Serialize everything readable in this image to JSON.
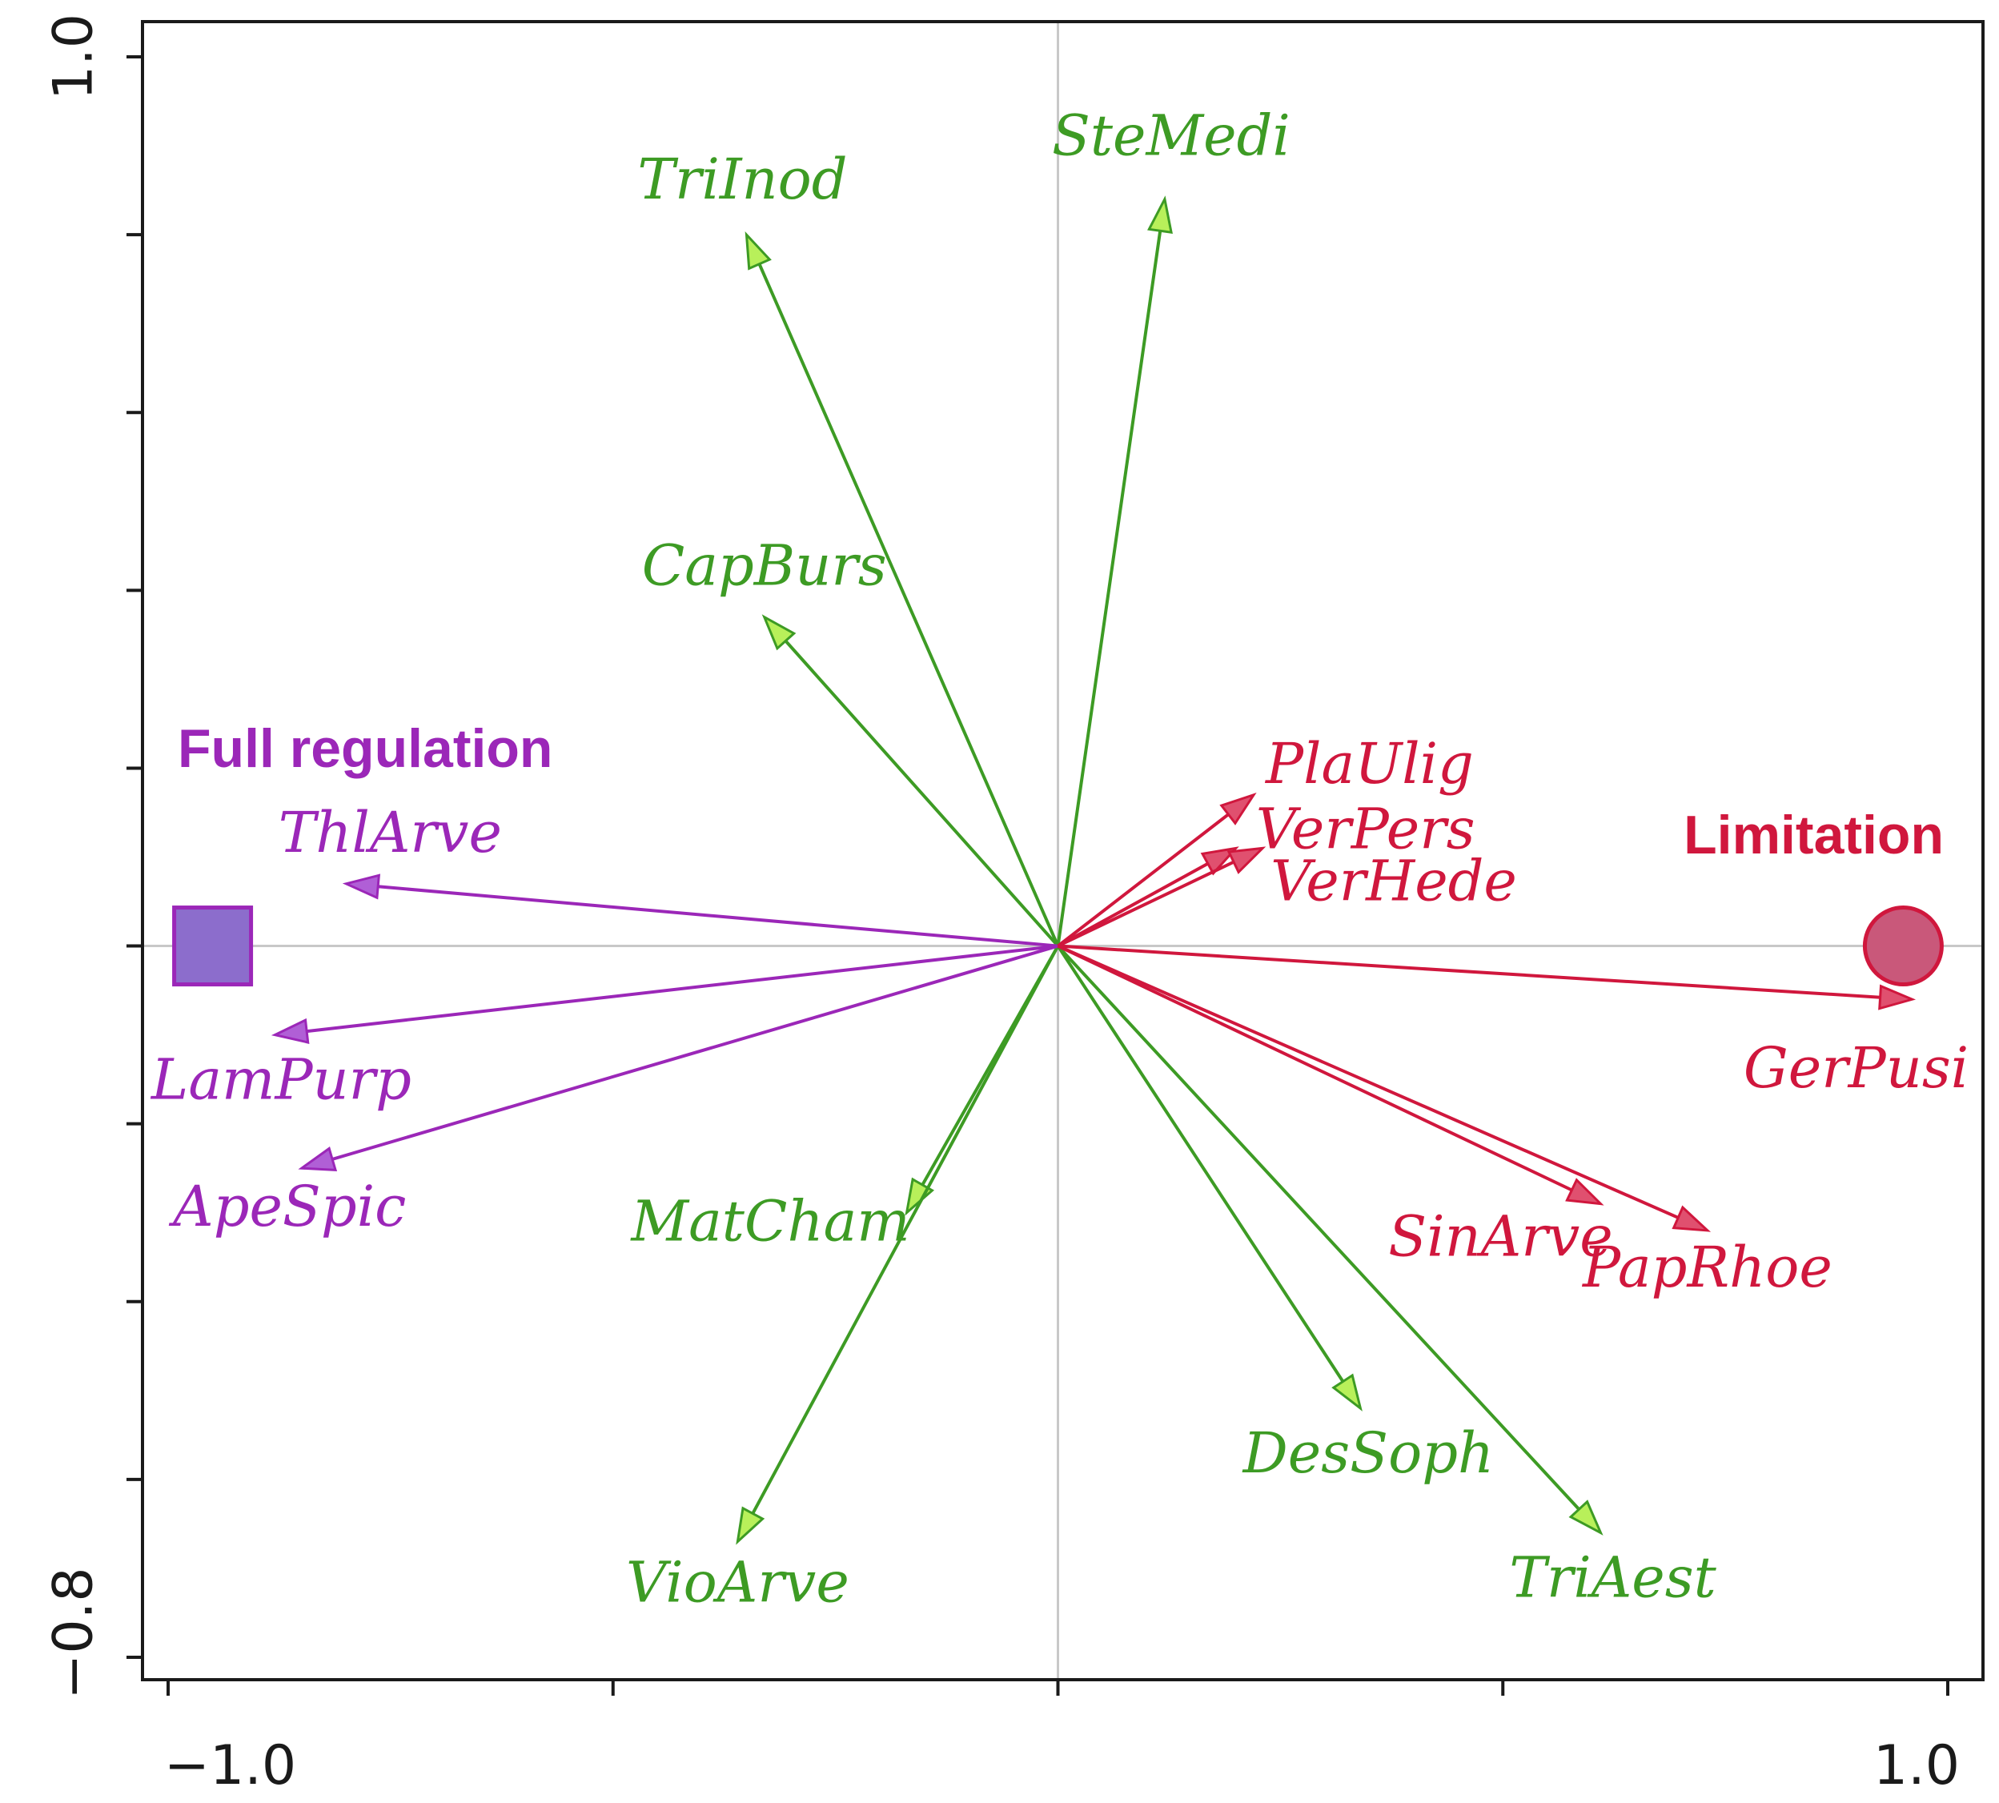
{
  "chart_data": {
    "type": "scatter",
    "subtype": "ordination-biplot",
    "title": "",
    "xlabel": "",
    "ylabel": "",
    "xlim": [
      -1.0,
      1.0
    ],
    "ylim": [
      -0.8,
      1.0
    ],
    "x_tick_labels": [
      {
        "value": -1.0,
        "text": "−1.0"
      },
      {
        "value": 1.0,
        "text": "1.0"
      }
    ],
    "y_tick_labels": [
      {
        "value": 1.0,
        "text": "1.0"
      },
      {
        "value": -0.8,
        "text": "−0.8"
      }
    ],
    "x_ticks": [
      -1.0,
      -0.5,
      0.0,
      0.5,
      1.0
    ],
    "y_ticks": [
      1.0,
      0.8,
      0.6,
      0.4,
      0.2,
      0.0,
      -0.2,
      -0.4,
      -0.6,
      -0.8
    ],
    "zero_lines": true,
    "colors": {
      "green": "#3d9b24",
      "purple": "#9b27b8",
      "red": "#d0173d",
      "square_fill": "#8c6dcc",
      "circle_fill": "#c9587a"
    },
    "treatments": [
      {
        "name": "Full regulation",
        "x": -0.95,
        "y": 0.0,
        "marker": "square",
        "color": "#9b27b8",
        "fill": "#8c6dcc"
      },
      {
        "name": "Limitation",
        "x": 0.95,
        "y": 0.0,
        "marker": "circle",
        "color": "#d0173d",
        "fill": "#c9587a"
      }
    ],
    "species": [
      {
        "name": "TriInod",
        "x": -0.35,
        "y": 0.8,
        "group": "green"
      },
      {
        "name": "SteMedi",
        "x": 0.12,
        "y": 0.84,
        "group": "green"
      },
      {
        "name": "CapBurs",
        "x": -0.33,
        "y": 0.37,
        "group": "green"
      },
      {
        "name": "MatCham",
        "x": -0.17,
        "y": -0.3,
        "group": "green"
      },
      {
        "name": "VioArve",
        "x": -0.36,
        "y": -0.67,
        "group": "green"
      },
      {
        "name": "DesSoph",
        "x": 0.34,
        "y": -0.52,
        "group": "green"
      },
      {
        "name": "TriAest",
        "x": 0.61,
        "y": -0.66,
        "group": "green"
      },
      {
        "name": "ThlArve",
        "x": -0.8,
        "y": 0.07,
        "group": "purple"
      },
      {
        "name": "LamPurp",
        "x": -0.88,
        "y": -0.1,
        "group": "purple"
      },
      {
        "name": "ApeSpic",
        "x": -0.85,
        "y": -0.25,
        "group": "purple"
      },
      {
        "name": "PlaUlig",
        "x": 0.22,
        "y": 0.17,
        "group": "red"
      },
      {
        "name": "VerPers",
        "x": 0.2,
        "y": 0.11,
        "group": "red"
      },
      {
        "name": "VerHede",
        "x": 0.23,
        "y": 0.11,
        "group": "red"
      },
      {
        "name": "GerPusi",
        "x": 0.96,
        "y": -0.06,
        "group": "red"
      },
      {
        "name": "SinArve",
        "x": 0.61,
        "y": -0.29,
        "group": "red"
      },
      {
        "name": "PapRhoe",
        "x": 0.73,
        "y": -0.32,
        "group": "red"
      }
    ]
  }
}
